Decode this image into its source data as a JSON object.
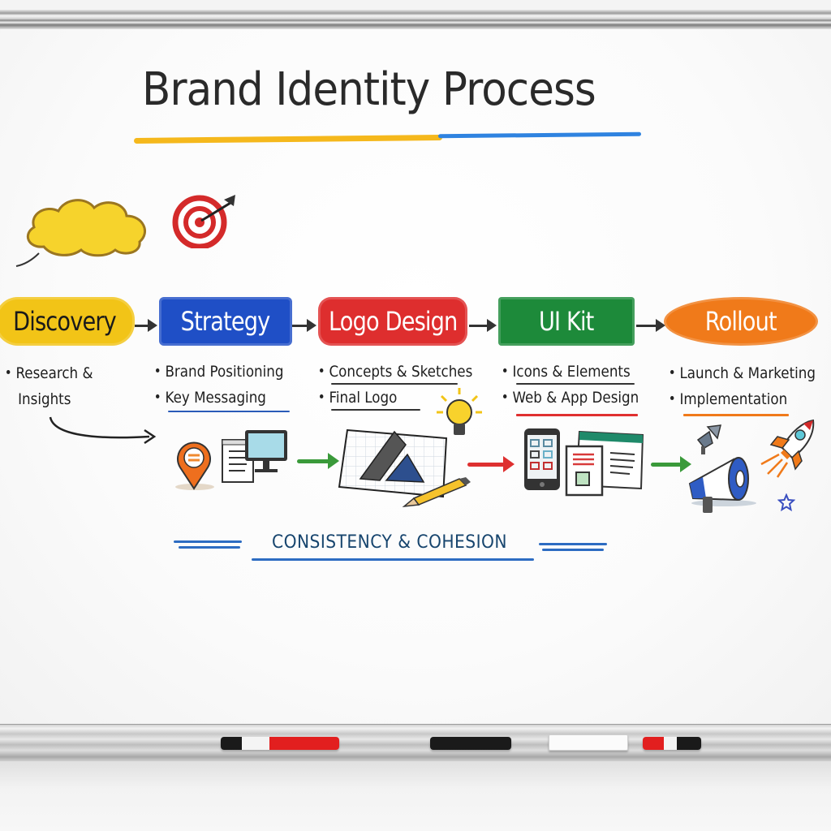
{
  "title": "Brand Identity Process",
  "colors": {
    "discovery": "#f2c417",
    "strategy": "#1f4fc6",
    "logo_design": "#de2e2e",
    "ui_kit": "#1d8a3a",
    "rollout": "#f07a1a",
    "title_underline_yellow": "#f5b81c",
    "title_underline_blue": "#2f83e0",
    "footer_blue": "#17456e"
  },
  "stages": [
    {
      "label": "Discovery",
      "bullets": [
        "Research &",
        "Insights"
      ]
    },
    {
      "label": "Strategy",
      "bullets": [
        "Brand Positioning",
        "Key Messaging"
      ]
    },
    {
      "label": "Logo Design",
      "bullets": [
        "Concepts & Sketches",
        "Final Logo"
      ]
    },
    {
      "label": "UI Kit",
      "bullets": [
        "Icons & Elements",
        "Web & App Design"
      ]
    },
    {
      "label": "Rollout",
      "bullets": [
        "Launch & Marketing",
        "Implementation"
      ]
    }
  ],
  "decorations": {
    "top_left": [
      "thought-cloud-icon",
      "target-dart-icon"
    ],
    "strategy_group": [
      "map-pin-icon",
      "document-icon",
      "monitor-icon"
    ],
    "logo_group": [
      "logo-sketch-icon",
      "pencil-icon",
      "lightbulb-icon"
    ],
    "ui_group": [
      "smartphone-icon",
      "web-layout-icon"
    ],
    "rollout_group": [
      "paintbrush-icon",
      "megaphone-icon",
      "rocket-icon",
      "star-icon"
    ]
  },
  "footer": "CONSISTENCY & COHESION",
  "tray_items": [
    "red-marker",
    "black-marker",
    "whiteboard-eraser",
    "small-red-marker"
  ]
}
